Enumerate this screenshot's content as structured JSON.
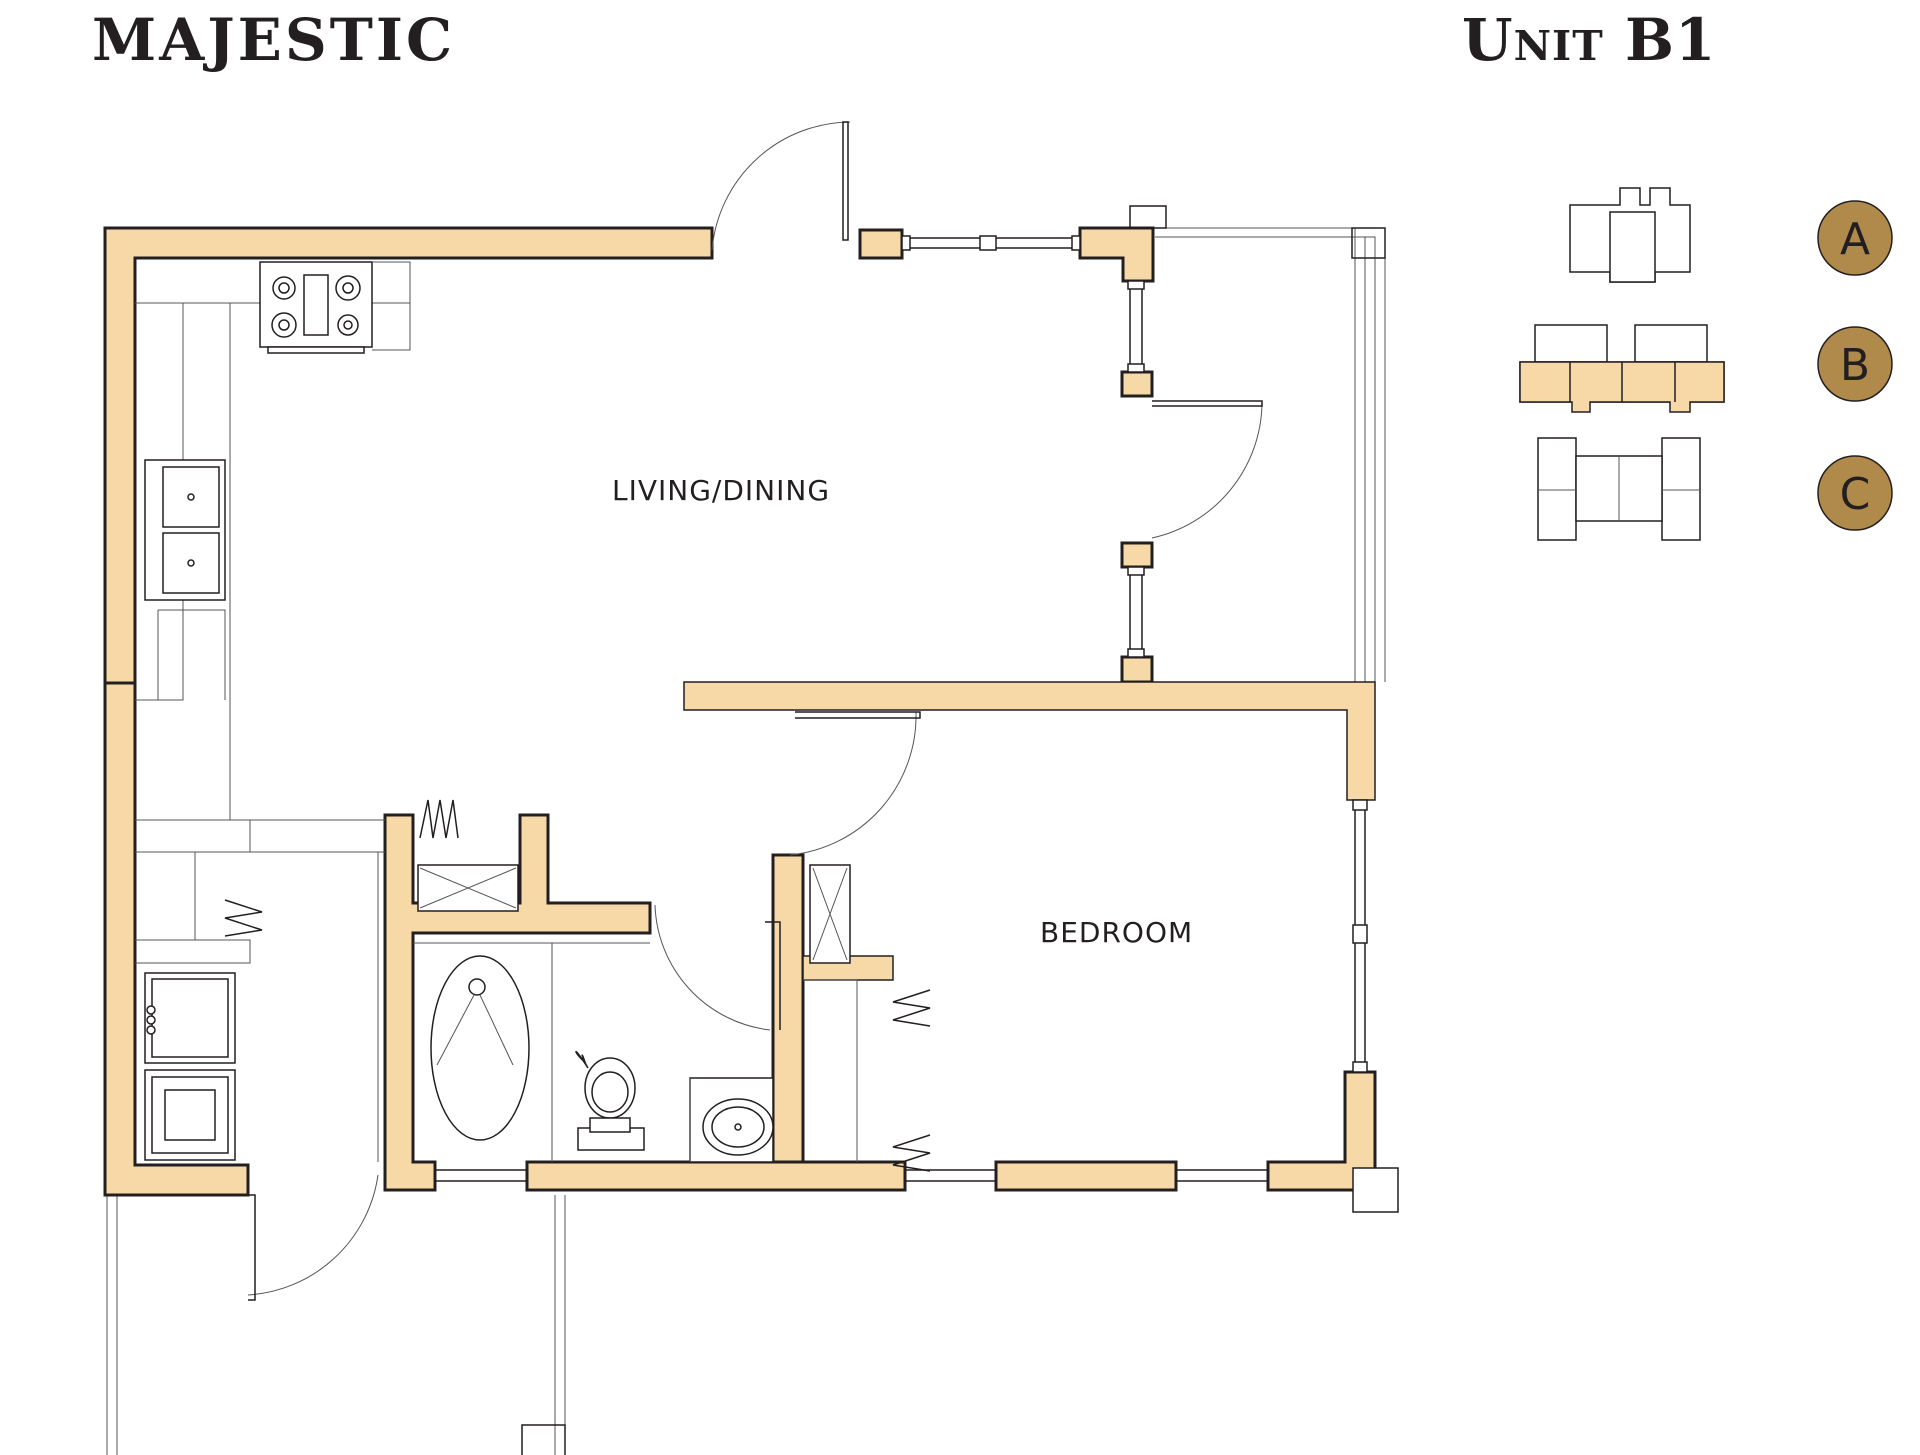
{
  "header": {
    "brand": "MAJESTIC",
    "unit": "Unit B1"
  },
  "rooms": {
    "living": "LIVING/DINING",
    "bedroom": "BEDROOM"
  },
  "key_plan": {
    "badges": [
      "A",
      "B",
      "C"
    ],
    "highlighted": "B"
  },
  "colors": {
    "wall_fill": "#f7d9a8",
    "badge_fill": "#b08a4a",
    "outline": "#231f20"
  }
}
